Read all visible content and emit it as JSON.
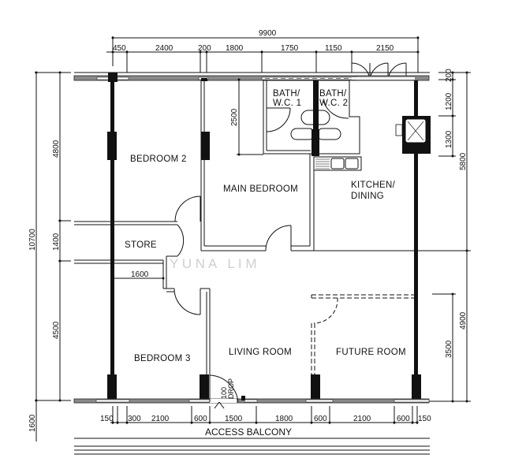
{
  "diagram": {
    "type": "floor-plan",
    "watermark": "Y U N A   L I M",
    "rooms": {
      "bedroom2": "BEDROOM  2",
      "main_bedroom": "MAIN  BEDROOM",
      "bath1_line1": "BATH/",
      "bath1_line2": "W.C.  1",
      "bath2_line1": "BATH/",
      "bath2_line2": "W.C.  2",
      "kitchen_line1": "KITCHEN/",
      "kitchen_line2": "DINING",
      "store": "STORE",
      "bedroom3": "BEDROOM  3",
      "living_room": "LIVING  ROOM",
      "future_room": "FUTURE  ROOM",
      "refuse_line1": "100",
      "refuse_line2": "DROP",
      "access_balcony": "ACCESS  BALCONY"
    },
    "dimensions": {
      "top_overall": "9900",
      "top": [
        "450",
        "2400",
        "200",
        "1800",
        "1750",
        "1150",
        "2150"
      ],
      "left_overall": "10700",
      "left": [
        "4800",
        "1400",
        "4500"
      ],
      "left_balcony": "1600",
      "right_top": [
        "200",
        "1200",
        "1300"
      ],
      "right_overall_upper": "5800",
      "right_overall_lower": "4900",
      "right_lower": "3500",
      "bottom": [
        "150",
        "300",
        "2100",
        "600",
        "1500",
        "1800",
        "600",
        "2100",
        "600",
        "150"
      ],
      "store_width": "1600",
      "bath_depth": "2500"
    }
  }
}
